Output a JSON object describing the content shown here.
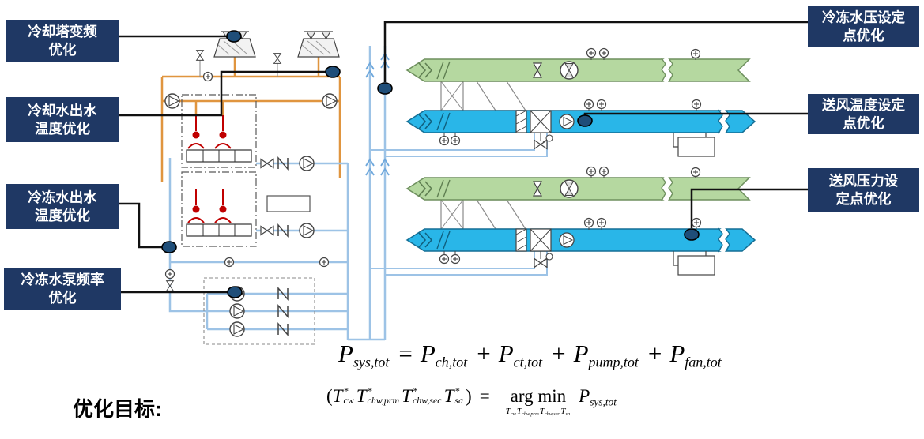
{
  "callouts": {
    "cooling_tower_vfd": "冷却塔变频\n优化",
    "condenser_water_supply_temp": "冷却水出水\n温度优化",
    "chilled_water_supply_temp": "冷冻水出水\n温度优化",
    "chilled_water_pump_freq": "冷冻水泵频率\n优化",
    "chw_pressure_setpoint": "冷冻水压设定\n点优化",
    "supply_air_temp_setpoint": "送风温度设定\n点优化",
    "supply_air_pressure_setpoint": "送风压力设\n定点优化"
  },
  "objective": {
    "label": "优化目标:"
  },
  "formulas": {
    "power_balance": {
      "plain": "P_sys,tot = P_ch,tot + P_ct,tot + P_pump,tot + P_fan,tot",
      "segments": [
        {
          "t": "var",
          "m": "P",
          "sub": "sys,tot"
        },
        {
          "t": "op",
          "x": "="
        },
        {
          "t": "var",
          "m": "P",
          "sub": "ch,tot"
        },
        {
          "t": "op",
          "x": "+"
        },
        {
          "t": "var",
          "m": "P",
          "sub": "ct,tot"
        },
        {
          "t": "op",
          "x": "+"
        },
        {
          "t": "var",
          "m": "P",
          "sub": "pump,tot"
        },
        {
          "t": "op",
          "x": "+"
        },
        {
          "t": "var",
          "m": "P",
          "sub": "fan,tot"
        }
      ]
    },
    "argmin": {
      "plain": "(T*_cw T*_chw,prm T*_chw,sec T*_sa) = arg min_{T_cw T_chw,prm T_chw,sec T_sa} P_sys,tot",
      "segments": [
        {
          "t": "txt",
          "x": "("
        },
        {
          "t": "var",
          "m": "T",
          "sup": "*",
          "sub": "cw"
        },
        {
          "t": "var",
          "m": "T",
          "sup": "*",
          "sub": "chw,prm"
        },
        {
          "t": "var",
          "m": "T",
          "sup": "*",
          "sub": "chw,sec"
        },
        {
          "t": "var",
          "m": "T",
          "sup": "*",
          "sub": "sa"
        },
        {
          "t": "txt",
          "x": ")"
        },
        {
          "t": "op",
          "x": "="
        },
        {
          "t": "argmin",
          "x": "arg min",
          "under": [
            {
              "m": "T",
              "sub": "cw"
            },
            {
              "m": "T",
              "sub": "chw,prm"
            },
            {
              "m": "T",
              "sub": "chw,sec"
            },
            {
              "m": "T",
              "sub": "sa"
            }
          ]
        },
        {
          "t": "var",
          "m": "P",
          "sub": "sys,tot"
        }
      ]
    }
  },
  "icons": {
    "sensor": "circle-plus",
    "pump": "circle-with-triangle",
    "valve": "bowtie",
    "fan": "circle-with-blades",
    "connection_marker": "filled-ellipse"
  },
  "colors": {
    "callout_bg": "#1F3864",
    "marker_fill": "#1F4E79",
    "pipe_condenser_water": "#E0953F",
    "pipe_chilled_water": "#9DC3E6",
    "duct_supply_air": "#29B6E8",
    "duct_return_air": "#B5D8A0",
    "refrigerant_red": "#C00000"
  }
}
